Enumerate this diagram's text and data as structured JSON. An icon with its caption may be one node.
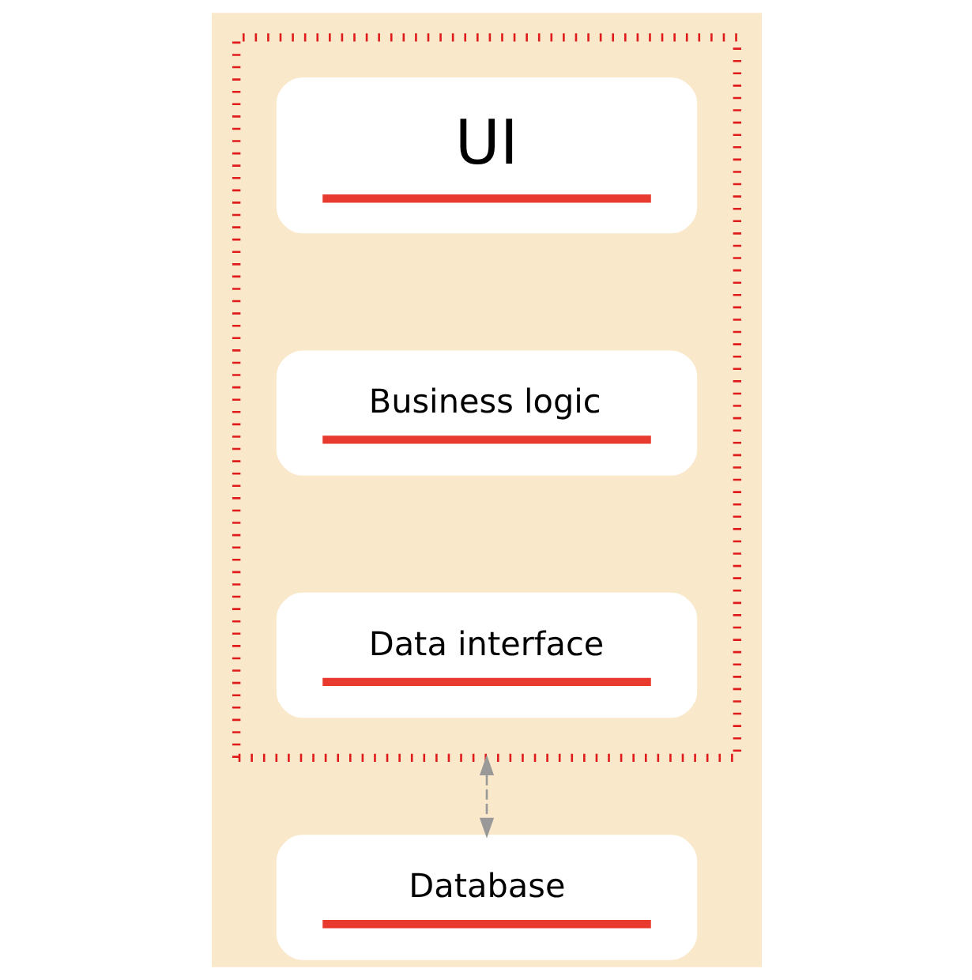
{
  "diagram": {
    "nodes": [
      {
        "text": [],
        "shape": "box"
      },
      {
        "text": [
          "UI"
        ],
        "in": 0
      },
      {
        "text": [
          "Business logic"
        ],
        "in": 0
      },
      {
        "text": [
          "Data interface"
        ],
        "in": 0
      },
      {
        "text": [
          "Database"
        ]
      }
    ],
    "edges": [
      {
        "from": 0,
        "to": 4,
        "arrow": "both",
        "style": "dashed",
        "color": "#999999"
      }
    ]
  }
}
